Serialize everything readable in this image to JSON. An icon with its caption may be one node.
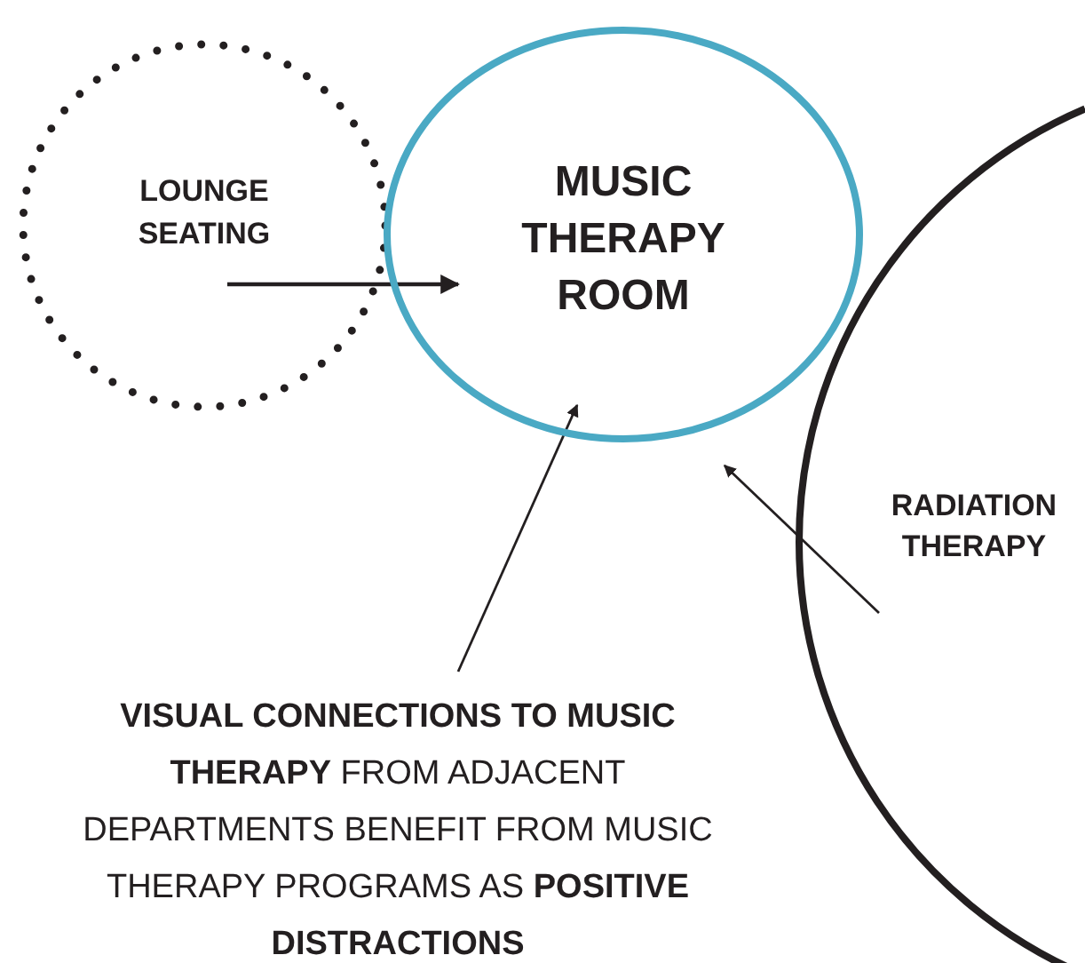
{
  "diagram": {
    "nodes": [
      {
        "text": [
          "LOUNGE SEATING"
        ]
      },
      {
        "text": [
          "MUSIC THERAPY ROOM"
        ]
      },
      {
        "text": [
          "RADIATION THERAPY"
        ]
      },
      {
        "text": [
          "**VISUAL CONNECTIONS TO MUSIC THERAPY** FROM ADJACENT DEPARTMENTS BENEFIT FROM MUSIC THERAPY PROGRAMS AS **POSITIVE DISTRACTIONS**"
        ]
      }
    ],
    "edges": [
      {
        "from": 0,
        "to": 1,
        "arrow": "to"
      },
      {
        "from": 3,
        "to": 1,
        "arrow": "to"
      },
      {
        "from": 2,
        "to": 1,
        "arrow": "to"
      }
    ]
  }
}
